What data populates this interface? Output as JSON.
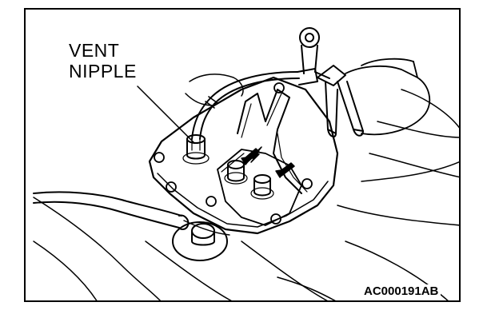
{
  "callouts": {
    "vent_nipple_line1": "VENT",
    "vent_nipple_line2": "NIPPLE"
  },
  "figure_code": "AC000191AB",
  "colors": {
    "ink": "#000000",
    "paper": "#ffffff"
  }
}
